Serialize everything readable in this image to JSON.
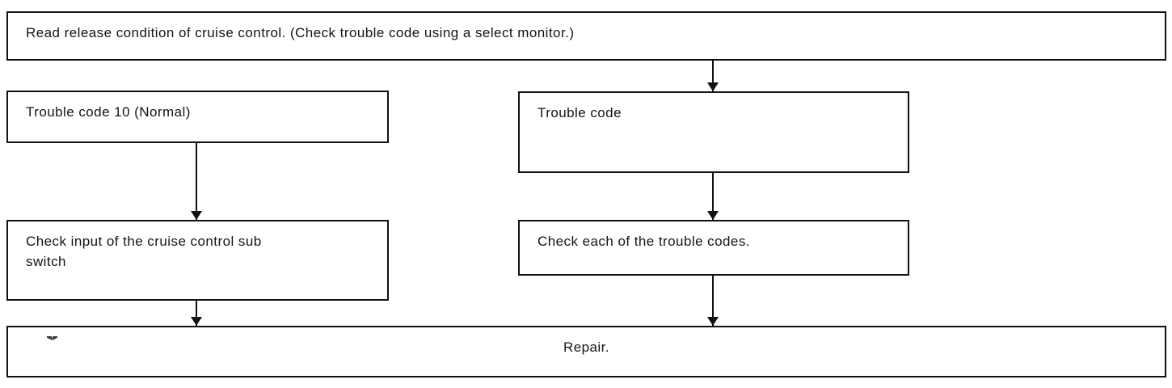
{
  "diagram": {
    "title": "Cruise control release condition diagnostic flow",
    "ink_color": "#111111",
    "background_color": "#ffffff",
    "nodes": {
      "read_condition": {
        "label": "Read release condition of cruise control.  (Check trouble code using a select monitor.)"
      },
      "trouble_code_10": {
        "label": "Trouble code 10 (Normal)"
      },
      "trouble_code": {
        "label": "Trouble code"
      },
      "check_sub_switch": {
        "label": "Check input of the cruise control sub\nswitch"
      },
      "check_each_code": {
        "label": "Check each of the trouble codes."
      },
      "repair": {
        "label": "Repair."
      }
    },
    "connectors": [
      {
        "name": "read-to-trouble-code",
        "from": "read_condition",
        "to": "trouble_code",
        "direction": "down"
      },
      {
        "name": "code10-to-sub-switch",
        "from": "trouble_code_10",
        "to": "check_sub_switch",
        "direction": "down"
      },
      {
        "name": "trouble-code-to-each-code",
        "from": "trouble_code",
        "to": "check_each_code",
        "direction": "down"
      },
      {
        "name": "sub-switch-to-repair",
        "from": "check_sub_switch",
        "to": "repair",
        "direction": "down"
      },
      {
        "name": "each-code-to-repair",
        "from": "check_each_code",
        "to": "repair",
        "direction": "down"
      }
    ]
  }
}
